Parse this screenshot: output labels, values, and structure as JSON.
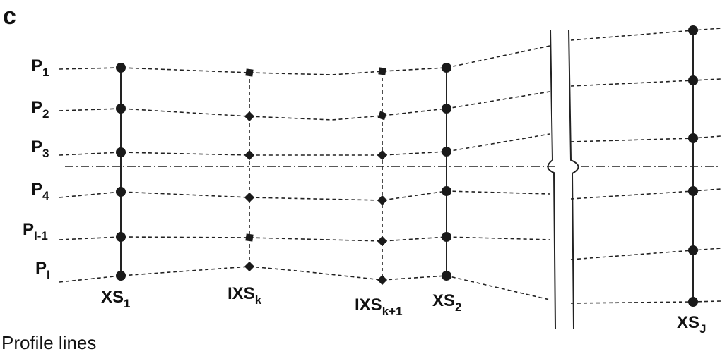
{
  "panel_letter": "c",
  "profiles": [
    {
      "base": "P",
      "sub": "1"
    },
    {
      "base": "P",
      "sub": "2"
    },
    {
      "base": "P",
      "sub": "3"
    },
    {
      "base": "P",
      "sub": "4"
    },
    {
      "base": "P",
      "sub": "I-1"
    },
    {
      "base": "P",
      "sub": "I"
    }
  ],
  "cross_sections": [
    {
      "base": "XS",
      "sub": "1"
    },
    {
      "base": "IXS",
      "sub": "k"
    },
    {
      "base": "IXS",
      "sub": "k+1"
    },
    {
      "base": "XS",
      "sub": "2"
    },
    {
      "base": "XS",
      "sub": "J"
    }
  ],
  "caption": "Profile lines",
  "colors": {
    "ink": "#1a1a1a",
    "background": "#ffffff"
  }
}
